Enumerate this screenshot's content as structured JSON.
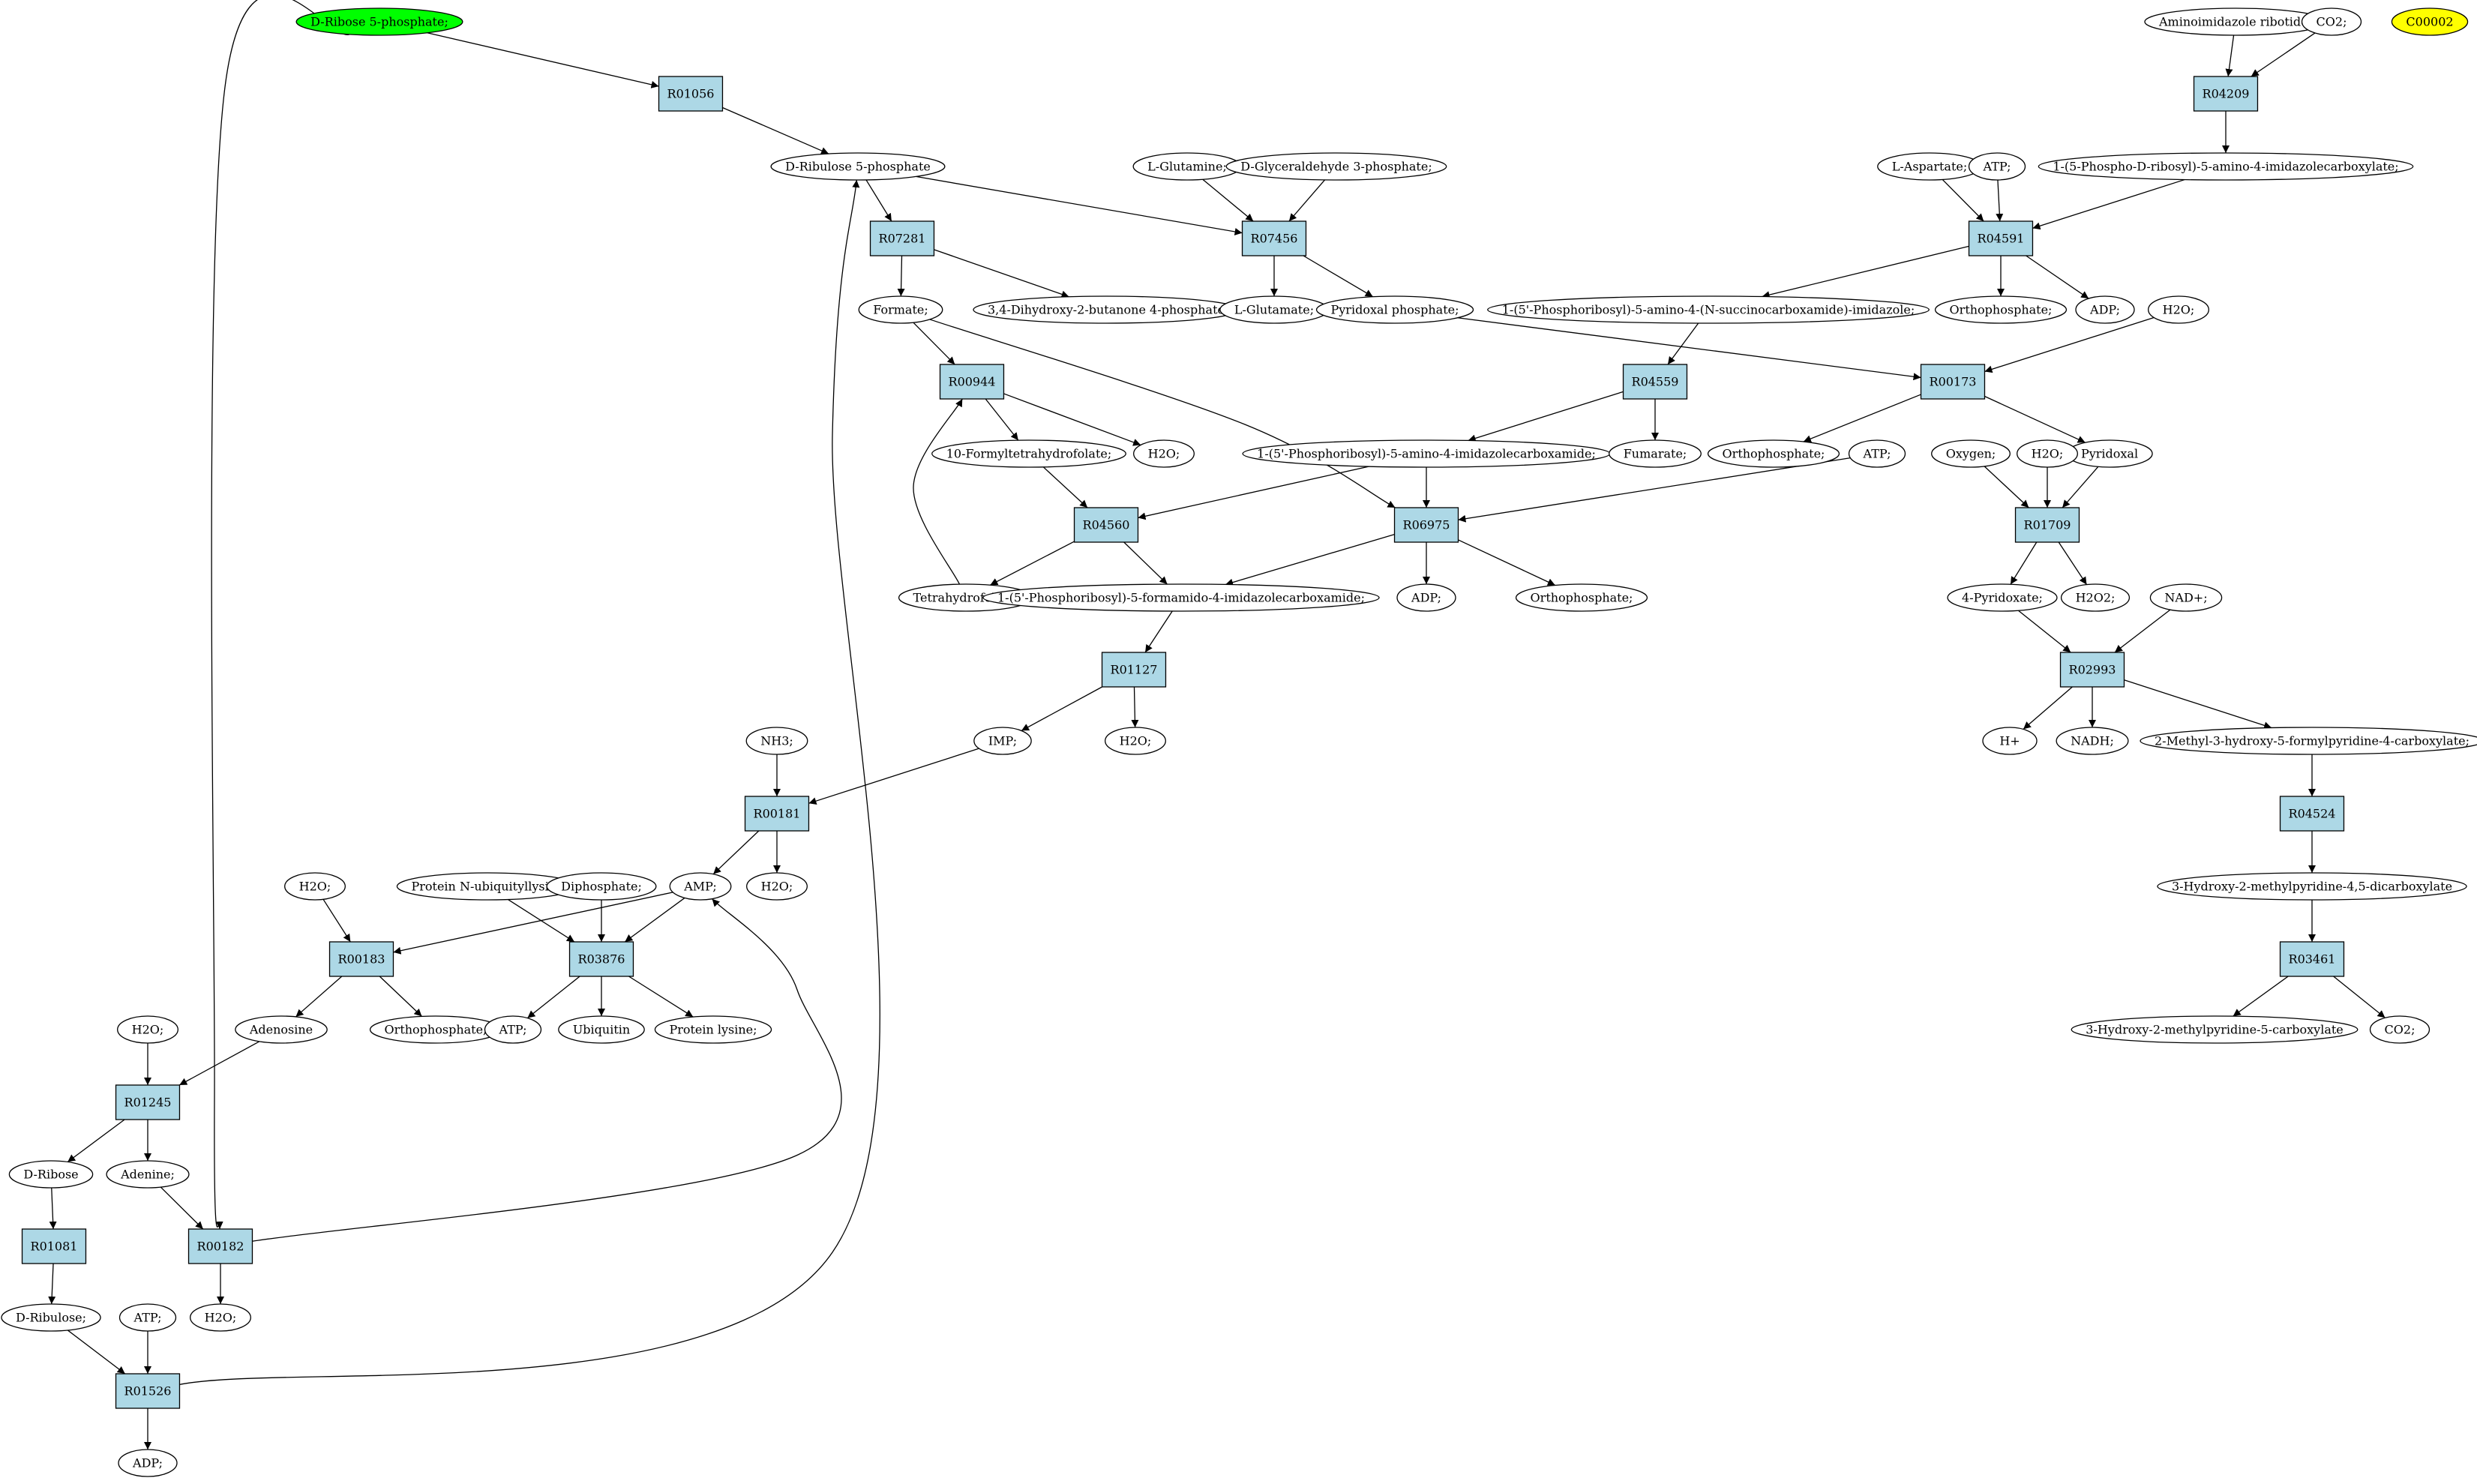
{
  "colors": {
    "background": "#ffffff",
    "reaction_fill": "#add8e6",
    "compound_fill": "#ffffff",
    "source_fill": "#00ff00",
    "target_fill": "#ffff00",
    "stroke": "#000000"
  },
  "nodes": [
    {
      "id": "ribose5p",
      "label": "D-Ribose 5-phosphate;",
      "kind": "compound",
      "style": "source"
    },
    {
      "id": "R01056",
      "label": "R01056",
      "kind": "reaction"
    },
    {
      "id": "ribulose5p",
      "label": "D-Ribulose 5-phosphate",
      "kind": "compound"
    },
    {
      "id": "R07281",
      "label": "R07281",
      "kind": "reaction"
    },
    {
      "id": "formate",
      "label": "Formate;",
      "kind": "compound"
    },
    {
      "id": "dhbp",
      "label": "3,4-Dihydroxy-2-butanone 4-phosphate",
      "kind": "compound"
    },
    {
      "id": "R00944",
      "label": "R00944",
      "kind": "reaction"
    },
    {
      "id": "formylthf",
      "label": "10-Formyltetrahydrofolate;",
      "kind": "compound"
    },
    {
      "id": "h2o_r00944",
      "label": "H2O;",
      "kind": "compound"
    },
    {
      "id": "R04560",
      "label": "R04560",
      "kind": "reaction"
    },
    {
      "id": "thf",
      "label": "Tetrahydrofolate;",
      "kind": "compound"
    },
    {
      "id": "fair",
      "label": "1-(5'-Phosphoribosyl)-5-formamido-4-imidazolecarboxamide;",
      "kind": "compound"
    },
    {
      "id": "R01127",
      "label": "R01127",
      "kind": "reaction"
    },
    {
      "id": "imp",
      "label": "IMP;",
      "kind": "compound"
    },
    {
      "id": "h2o_r01127",
      "label": "H2O;",
      "kind": "compound"
    },
    {
      "id": "nh3",
      "label": "NH3;",
      "kind": "compound"
    },
    {
      "id": "R00181",
      "label": "R00181",
      "kind": "reaction"
    },
    {
      "id": "amp",
      "label": "AMP;",
      "kind": "compound"
    },
    {
      "id": "h2o_r00181",
      "label": "H2O;",
      "kind": "compound"
    },
    {
      "id": "h2o_r00183",
      "label": "H2O;",
      "kind": "compound"
    },
    {
      "id": "R00183",
      "label": "R00183",
      "kind": "reaction"
    },
    {
      "id": "adenosine",
      "label": "Adenosine",
      "kind": "compound"
    },
    {
      "id": "orthophosphate_r00183",
      "label": "Orthophosphate;",
      "kind": "compound"
    },
    {
      "id": "protnub",
      "label": "Protein N-ubiquityllysine",
      "kind": "compound"
    },
    {
      "id": "diphosphate",
      "label": "Diphosphate;",
      "kind": "compound"
    },
    {
      "id": "R03876",
      "label": "R03876",
      "kind": "reaction"
    },
    {
      "id": "atp_r03876",
      "label": "ATP;",
      "kind": "compound"
    },
    {
      "id": "ubiquitin",
      "label": "Ubiquitin",
      "kind": "compound"
    },
    {
      "id": "protlys",
      "label": "Protein lysine;",
      "kind": "compound"
    },
    {
      "id": "h2o_r01245",
      "label": "H2O;",
      "kind": "compound"
    },
    {
      "id": "R01245",
      "label": "R01245",
      "kind": "reaction"
    },
    {
      "id": "dribose",
      "label": "D-Ribose",
      "kind": "compound"
    },
    {
      "id": "adenine",
      "label": "Adenine;",
      "kind": "compound"
    },
    {
      "id": "R01081",
      "label": "R01081",
      "kind": "reaction"
    },
    {
      "id": "R00182",
      "label": "R00182",
      "kind": "reaction"
    },
    {
      "id": "dribulose",
      "label": "D-Ribulose;",
      "kind": "compound"
    },
    {
      "id": "atp_r01526",
      "label": "ATP;",
      "kind": "compound"
    },
    {
      "id": "h2o_r00182",
      "label": "H2O;",
      "kind": "compound"
    },
    {
      "id": "R01526",
      "label": "R01526",
      "kind": "reaction"
    },
    {
      "id": "adp_r01526",
      "label": "ADP;",
      "kind": "compound"
    },
    {
      "id": "lglutamine",
      "label": "L-Glutamine;",
      "kind": "compound"
    },
    {
      "id": "dgap",
      "label": "D-Glyceraldehyde 3-phosphate;",
      "kind": "compound"
    },
    {
      "id": "R07456",
      "label": "R07456",
      "kind": "reaction"
    },
    {
      "id": "lglutamate",
      "label": "L-Glutamate;",
      "kind": "compound"
    },
    {
      "id": "pyridoxalp",
      "label": "Pyridoxal phosphate;",
      "kind": "compound"
    },
    {
      "id": "aicar",
      "label": "1-(5'-Phosphoribosyl)-5-amino-4-imidazolecarboxamide;",
      "kind": "compound"
    },
    {
      "id": "R06975",
      "label": "R06975",
      "kind": "reaction"
    },
    {
      "id": "atp_r06975",
      "label": "ATP;",
      "kind": "compound"
    },
    {
      "id": "adp_r06975",
      "label": "ADP;",
      "kind": "compound"
    },
    {
      "id": "orthophosphate_r06975",
      "label": "Orthophosphate;",
      "kind": "compound"
    },
    {
      "id": "air",
      "label": "Aminoimidazole ribotide;",
      "kind": "compound"
    },
    {
      "id": "co2_r04209",
      "label": "CO2;",
      "kind": "compound"
    },
    {
      "id": "c00002",
      "label": "C00002",
      "kind": "compound",
      "style": "target"
    },
    {
      "id": "R04209",
      "label": "R04209",
      "kind": "reaction"
    },
    {
      "id": "cair",
      "label": "1-(5-Phospho-D-ribosyl)-5-amino-4-imidazolecarboxylate;",
      "kind": "compound"
    },
    {
      "id": "laspartate",
      "label": "L-Aspartate;",
      "kind": "compound"
    },
    {
      "id": "atp_r04591",
      "label": "ATP;",
      "kind": "compound"
    },
    {
      "id": "R04591",
      "label": "R04591",
      "kind": "reaction"
    },
    {
      "id": "saicar",
      "label": "1-(5'-Phosphoribosyl)-5-amino-4-(N-succinocarboxamide)-imidazole;",
      "kind": "compound"
    },
    {
      "id": "orthophosphate_r04591",
      "label": "Orthophosphate;",
      "kind": "compound"
    },
    {
      "id": "adp_r04591",
      "label": "ADP;",
      "kind": "compound"
    },
    {
      "id": "R04559",
      "label": "R04559",
      "kind": "reaction"
    },
    {
      "id": "fumarate",
      "label": "Fumarate;",
      "kind": "compound"
    },
    {
      "id": "h2o_r00173",
      "label": "H2O;",
      "kind": "compound"
    },
    {
      "id": "R00173",
      "label": "R00173",
      "kind": "reaction"
    },
    {
      "id": "orthophosphate_r00173",
      "label": "Orthophosphate;",
      "kind": "compound"
    },
    {
      "id": "pyridoxal",
      "label": "Pyridoxal",
      "kind": "compound"
    },
    {
      "id": "oxygen",
      "label": "Oxygen;",
      "kind": "compound"
    },
    {
      "id": "h2o_r01709",
      "label": "H2O;",
      "kind": "compound"
    },
    {
      "id": "R01709",
      "label": "R01709",
      "kind": "reaction"
    },
    {
      "id": "pyridoxate",
      "label": "4-Pyridoxate;",
      "kind": "compound"
    },
    {
      "id": "h2o2",
      "label": "H2O2;",
      "kind": "compound"
    },
    {
      "id": "nadp",
      "label": "NAD+;",
      "kind": "compound"
    },
    {
      "id": "R02993",
      "label": "R02993",
      "kind": "reaction"
    },
    {
      "id": "hplus",
      "label": "H+",
      "kind": "compound"
    },
    {
      "id": "nadh",
      "label": "NADH;",
      "kind": "compound"
    },
    {
      "id": "mhfpc",
      "label": "2-Methyl-3-hydroxy-5-formylpyridine-4-carboxylate;",
      "kind": "compound"
    },
    {
      "id": "R04524",
      "label": "R04524",
      "kind": "reaction"
    },
    {
      "id": "hmpdc",
      "label": "3-Hydroxy-2-methylpyridine-4,5-dicarboxylate",
      "kind": "compound"
    },
    {
      "id": "R03461",
      "label": "R03461",
      "kind": "reaction"
    },
    {
      "id": "hmpc",
      "label": "3-Hydroxy-2-methylpyridine-5-carboxylate",
      "kind": "compound"
    },
    {
      "id": "co2_r03461",
      "label": "CO2;",
      "kind": "compound"
    }
  ],
  "edges": [
    {
      "from": "ribose5p",
      "to": "R01056"
    },
    {
      "from": "ribose5p",
      "to": "R00182"
    },
    {
      "from": "R01056",
      "to": "ribulose5p"
    },
    {
      "from": "ribulose5p",
      "to": "R07281"
    },
    {
      "from": "ribulose5p",
      "to": "R07456"
    },
    {
      "from": "R07281",
      "to": "formate"
    },
    {
      "from": "R07281",
      "to": "dhbp"
    },
    {
      "from": "formate",
      "to": "R00944"
    },
    {
      "from": "formate",
      "to": "R06975"
    },
    {
      "from": "R00944",
      "to": "formylthf"
    },
    {
      "from": "R00944",
      "to": "h2o_r00944"
    },
    {
      "from": "formylthf",
      "to": "R04560"
    },
    {
      "from": "aicar",
      "to": "R04560"
    },
    {
      "from": "aicar",
      "to": "R06975"
    },
    {
      "from": "R04560",
      "to": "thf"
    },
    {
      "from": "R04560",
      "to": "fair"
    },
    {
      "from": "thf",
      "to": "R00944"
    },
    {
      "from": "fair",
      "to": "R01127"
    },
    {
      "from": "R01127",
      "to": "imp"
    },
    {
      "from": "R01127",
      "to": "h2o_r01127"
    },
    {
      "from": "imp",
      "to": "R00181"
    },
    {
      "from": "nh3",
      "to": "R00181"
    },
    {
      "from": "R00181",
      "to": "amp"
    },
    {
      "from": "R00181",
      "to": "h2o_r00181"
    },
    {
      "from": "amp",
      "to": "R00183"
    },
    {
      "from": "amp",
      "to": "R03876"
    },
    {
      "from": "h2o_r00183",
      "to": "R00183"
    },
    {
      "from": "R00183",
      "to": "adenosine"
    },
    {
      "from": "R00183",
      "to": "orthophosphate_r00183"
    },
    {
      "from": "protnub",
      "to": "R03876"
    },
    {
      "from": "diphosphate",
      "to": "R03876"
    },
    {
      "from": "R03876",
      "to": "atp_r03876"
    },
    {
      "from": "R03876",
      "to": "ubiquitin"
    },
    {
      "from": "R03876",
      "to": "protlys"
    },
    {
      "from": "adenosine",
      "to": "R01245"
    },
    {
      "from": "h2o_r01245",
      "to": "R01245"
    },
    {
      "from": "R01245",
      "to": "dribose"
    },
    {
      "from": "R01245",
      "to": "adenine"
    },
    {
      "from": "dribose",
      "to": "R01081"
    },
    {
      "from": "adenine",
      "to": "R00182"
    },
    {
      "from": "R00182",
      "to": "amp"
    },
    {
      "from": "R00182",
      "to": "h2o_r00182"
    },
    {
      "from": "R01081",
      "to": "dribulose"
    },
    {
      "from": "dribulose",
      "to": "R01526"
    },
    {
      "from": "atp_r01526",
      "to": "R01526"
    },
    {
      "from": "R01526",
      "to": "adp_r01526"
    },
    {
      "from": "R01526",
      "to": "ribulose5p"
    },
    {
      "from": "lglutamine",
      "to": "R07456"
    },
    {
      "from": "dgap",
      "to": "R07456"
    },
    {
      "from": "R07456",
      "to": "lglutamate"
    },
    {
      "from": "R07456",
      "to": "pyridoxalp"
    },
    {
      "from": "pyridoxalp",
      "to": "R00173"
    },
    {
      "from": "h2o_r00173",
      "to": "R00173"
    },
    {
      "from": "R00173",
      "to": "orthophosphate_r00173"
    },
    {
      "from": "R00173",
      "to": "pyridoxal"
    },
    {
      "from": "air",
      "to": "R04209"
    },
    {
      "from": "co2_r04209",
      "to": "R04209"
    },
    {
      "from": "R04209",
      "to": "cair"
    },
    {
      "from": "cair",
      "to": "R04591"
    },
    {
      "from": "laspartate",
      "to": "R04591"
    },
    {
      "from": "atp_r04591",
      "to": "R04591"
    },
    {
      "from": "R04591",
      "to": "saicar"
    },
    {
      "from": "R04591",
      "to": "orthophosphate_r04591"
    },
    {
      "from": "R04591",
      "to": "adp_r04591"
    },
    {
      "from": "saicar",
      "to": "R04559"
    },
    {
      "from": "R04559",
      "to": "aicar"
    },
    {
      "from": "R04559",
      "to": "fumarate"
    },
    {
      "from": "atp_r06975",
      "to": "R06975"
    },
    {
      "from": "R06975",
      "to": "fair"
    },
    {
      "from": "R06975",
      "to": "adp_r06975"
    },
    {
      "from": "R06975",
      "to": "orthophosphate_r06975"
    },
    {
      "from": "pyridoxal",
      "to": "R01709"
    },
    {
      "from": "oxygen",
      "to": "R01709"
    },
    {
      "from": "h2o_r01709",
      "to": "R01709"
    },
    {
      "from": "R01709",
      "to": "pyridoxate"
    },
    {
      "from": "R01709",
      "to": "h2o2"
    },
    {
      "from": "pyridoxate",
      "to": "R02993"
    },
    {
      "from": "nadp",
      "to": "R02993"
    },
    {
      "from": "R02993",
      "to": "hplus"
    },
    {
      "from": "R02993",
      "to": "nadh"
    },
    {
      "from": "R02993",
      "to": "mhfpc"
    },
    {
      "from": "mhfpc",
      "to": "R04524"
    },
    {
      "from": "R04524",
      "to": "hmpdc"
    },
    {
      "from": "hmpdc",
      "to": "R03461"
    },
    {
      "from": "R03461",
      "to": "hmpc"
    },
    {
      "from": "R03461",
      "to": "co2_r03461"
    }
  ]
}
